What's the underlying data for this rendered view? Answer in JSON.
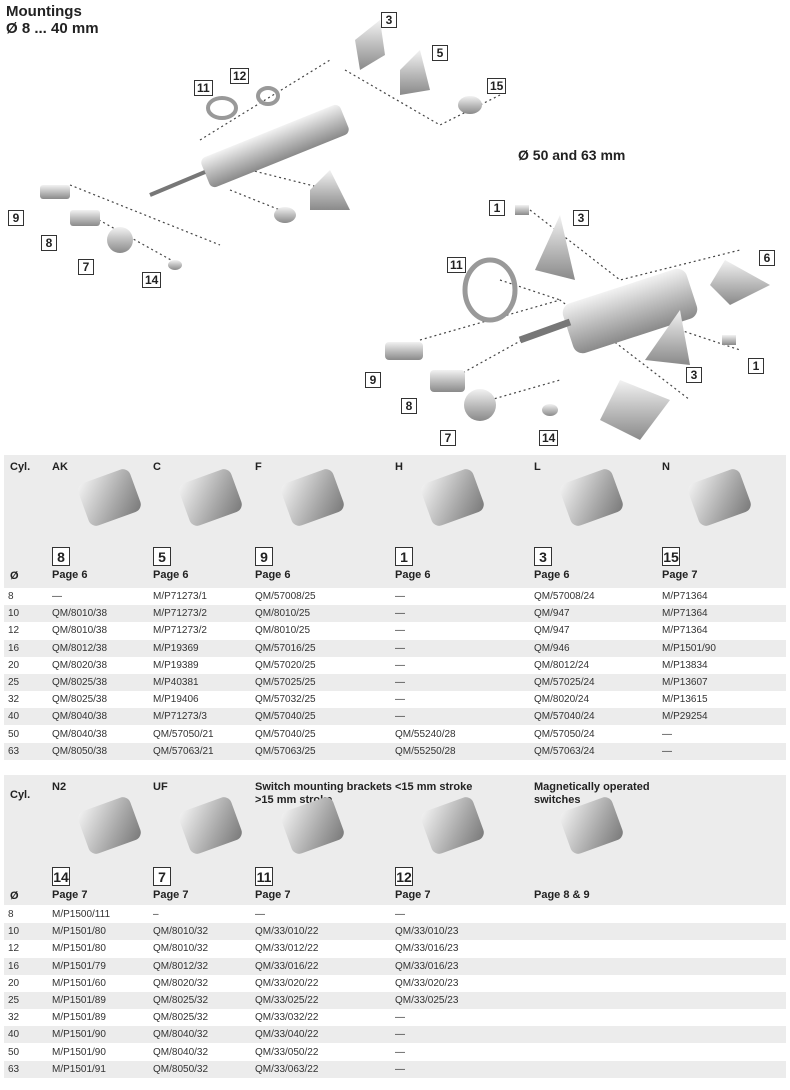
{
  "title": [
    "Mountings",
    "Ø 8 ... 40 mm"
  ],
  "subtitle": "Ø 50 and 63 mm",
  "diagram_labels_small": [
    "3",
    "5",
    "11",
    "12",
    "15",
    "9",
    "8",
    "7",
    "14"
  ],
  "diagram_labels_large": [
    "1",
    "3",
    "11",
    "6",
    "9",
    "1",
    "3",
    "8",
    "7",
    "14"
  ],
  "table1": {
    "cyl": "Cyl.",
    "dia": "Ø",
    "columns": [
      {
        "code": "AK",
        "num": "8",
        "page": "Page 6"
      },
      {
        "code": "C",
        "num": "5",
        "page": "Page 6"
      },
      {
        "code": "F",
        "num": "9",
        "page": "Page 6"
      },
      {
        "code": "H",
        "num": "1",
        "page": "Page 6"
      },
      {
        "code": "L",
        "num": "3",
        "page": "Page 6"
      },
      {
        "code": "N",
        "num": "15",
        "page": "Page 7"
      }
    ],
    "rows": [
      [
        "8",
        "—",
        "M/P71273/1",
        "QM/57008/25",
        "—",
        "QM/57008/24",
        "M/P71364"
      ],
      [
        "10",
        "QM/8010/38",
        "M/P71273/2",
        "QM/8010/25",
        "—",
        "QM/947",
        "M/P71364"
      ],
      [
        "12",
        "QM/8010/38",
        "M/P71273/2",
        "QM/8010/25",
        "—",
        "QM/947",
        "M/P71364"
      ],
      [
        "16",
        "QM/8012/38",
        "M/P19369",
        "QM/57016/25",
        "—",
        "QM/946",
        "M/P1501/90"
      ],
      [
        "20",
        "QM/8020/38",
        "M/P19389",
        "QM/57020/25",
        "—",
        "QM/8012/24",
        "M/P13834"
      ],
      [
        "25",
        "QM/8025/38",
        "M/P40381",
        "QM/57025/25",
        "—",
        "QM/57025/24",
        "M/P13607"
      ],
      [
        "32",
        "QM/8025/38",
        "M/P19406",
        "QM/57032/25",
        "—",
        "QM/8020/24",
        "M/P13615"
      ],
      [
        "40",
        "QM/8040/38",
        "M/P71273/3",
        "QM/57040/25",
        "—",
        "QM/57040/24",
        "M/P29254"
      ],
      [
        "50",
        "QM/8040/38",
        "QM/57050/21",
        "QM/57040/25",
        "QM/55240/28",
        "QM/57050/24",
        "—"
      ],
      [
        "63",
        "QM/8050/38",
        "QM/57063/21",
        "QM/57063/25",
        "QM/55250/28",
        "QM/57063/24",
        "—"
      ]
    ]
  },
  "table2": {
    "cyl": "Cyl.",
    "dia": "Ø",
    "columns": [
      {
        "code": "N2",
        "num": "14",
        "page": "Page 7"
      },
      {
        "code": "UF",
        "num": "7",
        "page": "Page 7"
      },
      {
        "code": "Switch mounting brackets\n>15 mm stroke",
        "num": "11",
        "page": "Page 7"
      },
      {
        "code": "<15 mm stroke",
        "num": "12",
        "page": "Page 7"
      },
      {
        "code": "Magnetically operated\nswitches",
        "num": "",
        "page": "Page 8 & 9"
      }
    ],
    "rows": [
      [
        "8",
        "M/P1500/111",
        "–",
        "—",
        "—"
      ],
      [
        "10",
        "M/P1501/80",
        "QM/8010/32",
        "QM/33/010/22",
        "QM/33/010/23"
      ],
      [
        "12",
        "M/P1501/80",
        "QM/8010/32",
        "QM/33/012/22",
        "QM/33/016/23"
      ],
      [
        "16",
        "M/P1501/79",
        "QM/8012/32",
        "QM/33/016/22",
        "QM/33/016/23"
      ],
      [
        "20",
        "M/P1501/60",
        "QM/8020/32",
        "QM/33/020/22",
        "QM/33/020/23"
      ],
      [
        "25",
        "M/P1501/89",
        "QM/8025/32",
        "QM/33/025/22",
        "QM/33/025/23"
      ],
      [
        "32",
        "M/P1501/89",
        "QM/8025/32",
        "QM/33/032/22",
        "—"
      ],
      [
        "40",
        "M/P1501/90",
        "QM/8040/32",
        "QM/33/040/22",
        "—"
      ],
      [
        "50",
        "M/P1501/90",
        "QM/8040/32",
        "QM/33/050/22",
        "—"
      ],
      [
        "63",
        "M/P1501/91",
        "QM/8050/32",
        "QM/33/063/22",
        "—"
      ]
    ]
  }
}
